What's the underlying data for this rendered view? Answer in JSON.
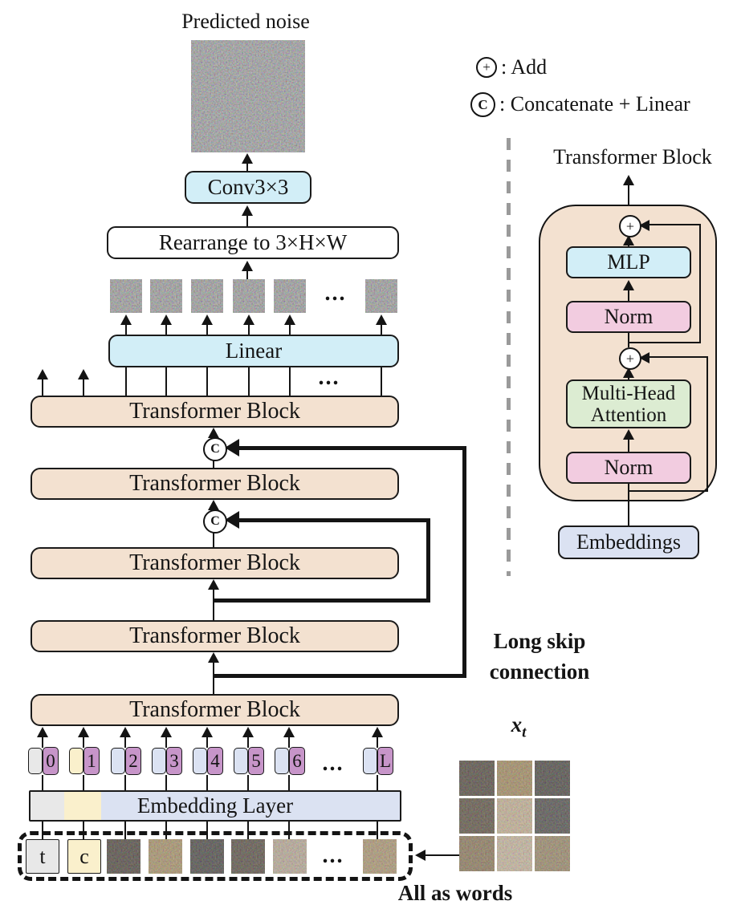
{
  "top": {
    "predicted_noise": "Predicted noise",
    "conv": "Conv3×3",
    "rearrange": "Rearrange to 3×H×W",
    "linear": "Linear"
  },
  "legend": {
    "add_icon": "+",
    "add_label": ": Add",
    "concat_icon": "C",
    "concat_label": ": Concatenate + Linear"
  },
  "stack": {
    "transformer_label": "Transformer Block",
    "concat_icon": "C",
    "ellipsis": "...",
    "long_skip_line1": "Long skip",
    "long_skip_line2": "connection"
  },
  "tokens": {
    "ids": [
      "0",
      "1",
      "2",
      "3",
      "4",
      "5",
      "6",
      "L"
    ],
    "ellipsis": "..."
  },
  "embedding": {
    "label": "Embedding Layer"
  },
  "input": {
    "t": "t",
    "c": "c",
    "ellipsis": "...",
    "all_as_words": "All as words",
    "xt_main": "x",
    "xt_sub": "t"
  },
  "detail": {
    "title": "Transformer Block",
    "add_icon": "+",
    "mlp": "MLP",
    "norm_top": "Norm",
    "mha_line1": "Multi-Head",
    "mha_line2": "Attention",
    "norm_bottom": "Norm",
    "embeddings": "Embeddings"
  },
  "colors": {
    "block_tan": "#f3e1d0",
    "cyan": "#d2eef7",
    "pink": "#f2cce0",
    "green": "#dcecd2",
    "lavender": "#dbe2f2",
    "purple": "#c795c9",
    "yellow": "#faf0cc",
    "gray": "#e8e8e8",
    "line": "#141414"
  }
}
